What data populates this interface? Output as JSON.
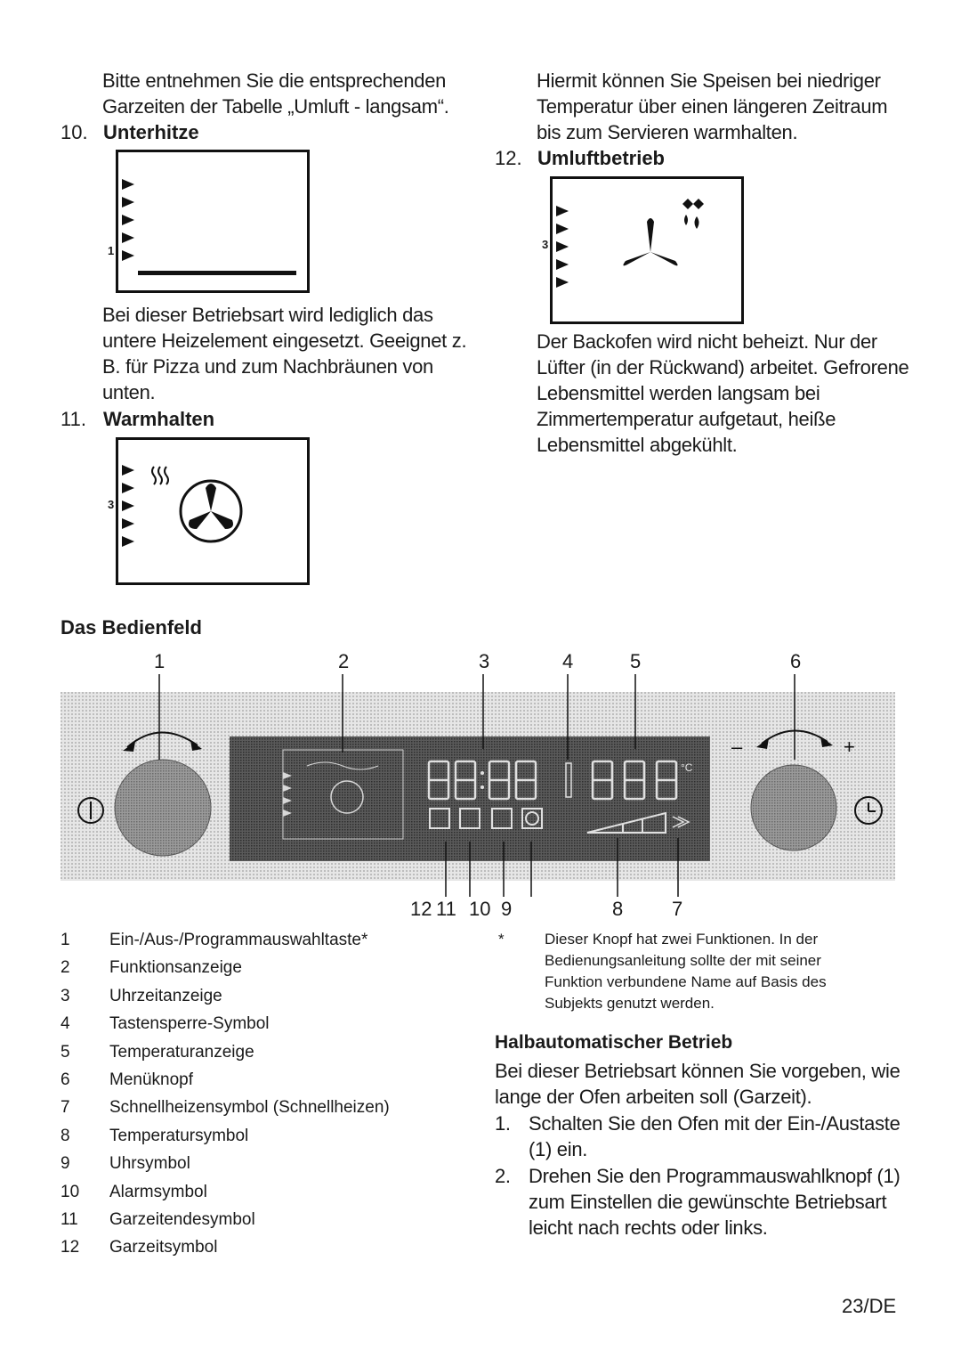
{
  "left": {
    "intro_lines": [
      "Bitte entnehmen Sie die entsprechenden",
      "Garzeiten der Tabelle „Umluft - langsam“."
    ],
    "sec10": {
      "num": "10.",
      "title": "Unterhitze",
      "marker": "1",
      "desc_lines": [
        "Bei dieser Betriebsart wird lediglich das",
        "untere Heizelement eingesetzt. Geeignet z.",
        "B. für Pizza und zum Nachbräunen von",
        "unten."
      ]
    },
    "sec11": {
      "num": "11.",
      "title": "Warmhalten",
      "marker": "3"
    }
  },
  "right": {
    "intro_lines": [
      "Hiermit können Sie Speisen bei niedriger",
      "Temperatur über einen längeren Zeitraum",
      "bis zum Servieren warmhalten."
    ],
    "sec12": {
      "num": "12.",
      "title": "Umluftbetrieb",
      "marker": "3",
      "desc_lines": [
        "Der Backofen wird nicht beheizt. Nur der",
        "Lüfter (in der Rückwand) arbeitet. Gefrorene",
        "Lebensmittel werden langsam bei",
        "Zimmertemperatur aufgetaut, heiße",
        "Lebensmittel abgekühlt."
      ]
    }
  },
  "panel": {
    "title": "Das Bedienfeld",
    "top_numbers": [
      "1",
      "2",
      "3",
      "4",
      "5",
      "6"
    ],
    "bottom_numbers": [
      "12",
      "11",
      "10",
      "9",
      "8",
      "7"
    ],
    "display_time": "88:88",
    "display_temp": "888",
    "temp_unit": "°C",
    "minus": "–",
    "plus": "+"
  },
  "legend": [
    {
      "n": "1",
      "label": "Ein-/Aus-/Programmauswahltaste*"
    },
    {
      "n": "2",
      "label": "Funktionsanzeige"
    },
    {
      "n": "3",
      "label": "Uhrzeitanzeige"
    },
    {
      "n": "4",
      "label": "Tastensperre-Symbol"
    },
    {
      "n": "5",
      "label": "Temperaturanzeige"
    },
    {
      "n": "6",
      "label": "Menüknopf"
    },
    {
      "n": "7",
      "label": "Schnellheizensymbol (Schnellheizen)"
    },
    {
      "n": "8",
      "label": "Temperatursymbol"
    },
    {
      "n": "9",
      "label": "Uhrsymbol"
    },
    {
      "n": "10",
      "label": "Alarmsymbol"
    },
    {
      "n": "11",
      "label": "Garzeitendesymbol"
    },
    {
      "n": "12",
      "label": "Garzeitsymbol"
    }
  ],
  "footnote": {
    "mark": "*",
    "lines": [
      "Dieser Knopf hat zwei Funktionen. In der",
      "Bedienungsanleitung sollte der mit seiner",
      "Funktion verbundene Name auf Basis des",
      "Subjekts genutzt werden."
    ]
  },
  "semi": {
    "title": "Halbautomatischer Betrieb",
    "intro_lines": [
      "Bei dieser Betriebsart können Sie vorgeben, wie",
      "lange der Ofen arbeiten soll (Garzeit)."
    ],
    "steps": [
      {
        "n": "1.",
        "lines": [
          "Schalten Sie den Ofen mit der Ein-/Austaste",
          "(1) ein."
        ]
      },
      {
        "n": "2.",
        "lines": [
          "Drehen Sie den Programmauswahlknopf (1)",
          "zum Einstellen die gewünschte Betriebsart",
          "leicht nach rechts oder links."
        ]
      }
    ]
  },
  "page_number": "23/DE"
}
